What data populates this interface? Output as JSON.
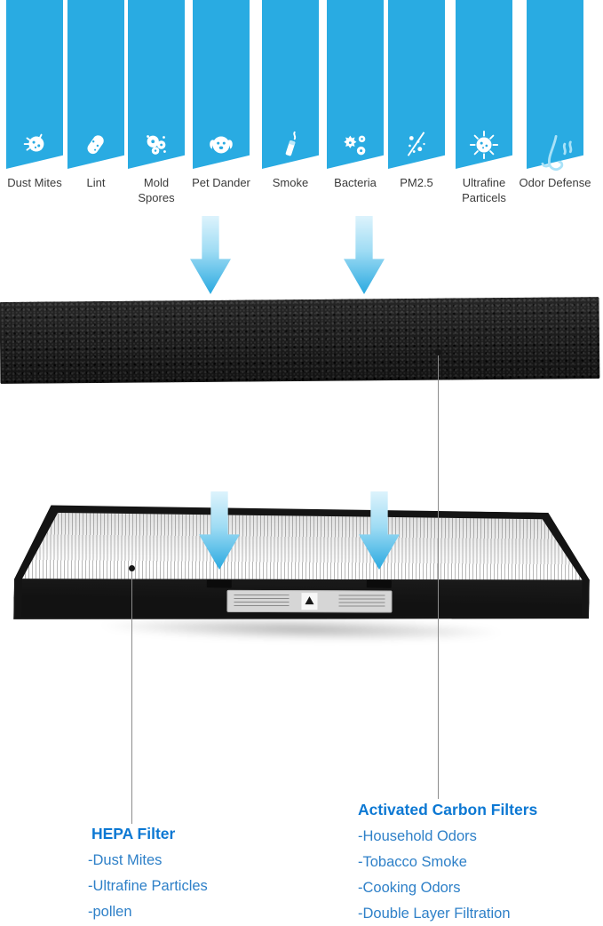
{
  "pollutants": [
    {
      "label": "Dust Mites",
      "icon": "dust-mites-icon"
    },
    {
      "label": "Lint",
      "icon": "lint-icon"
    },
    {
      "label": "Mold Spores",
      "icon": "mold-spores-icon"
    },
    {
      "label": "Pet Dander",
      "icon": "pet-dander-icon"
    },
    {
      "label": "Smoke",
      "icon": "smoke-icon"
    },
    {
      "label": "Bacteria",
      "icon": "bacteria-icon"
    },
    {
      "label": "PM2.5",
      "icon": "pm25-icon"
    },
    {
      "label": "Ultrafine Particels",
      "icon": "ultrafine-particles-icon"
    },
    {
      "label": "Odor Defense",
      "icon": "odor-defense-nose-icon"
    }
  ],
  "hepa_section": {
    "title": "HEPA Filter",
    "items": [
      "-Dust Mites",
      "-Ultrafine Particles",
      "-pollen"
    ]
  },
  "carbon_section": {
    "title": "Activated Carbon Filters",
    "items": [
      "-Household Odors",
      "-Tobacco Smoke",
      "-Cooking Odors",
      "-Double Layer Filtration"
    ]
  },
  "colors": {
    "ribbon_blue": "#29abe2",
    "arrow_gradient_top": "#ddf3fc",
    "arrow_gradient_bottom": "#29a9e0",
    "heading_blue": "#0c78d3",
    "item_blue": "#2e80c8",
    "label_gray": "#3b3b3b",
    "carbon_black": "#181818"
  }
}
